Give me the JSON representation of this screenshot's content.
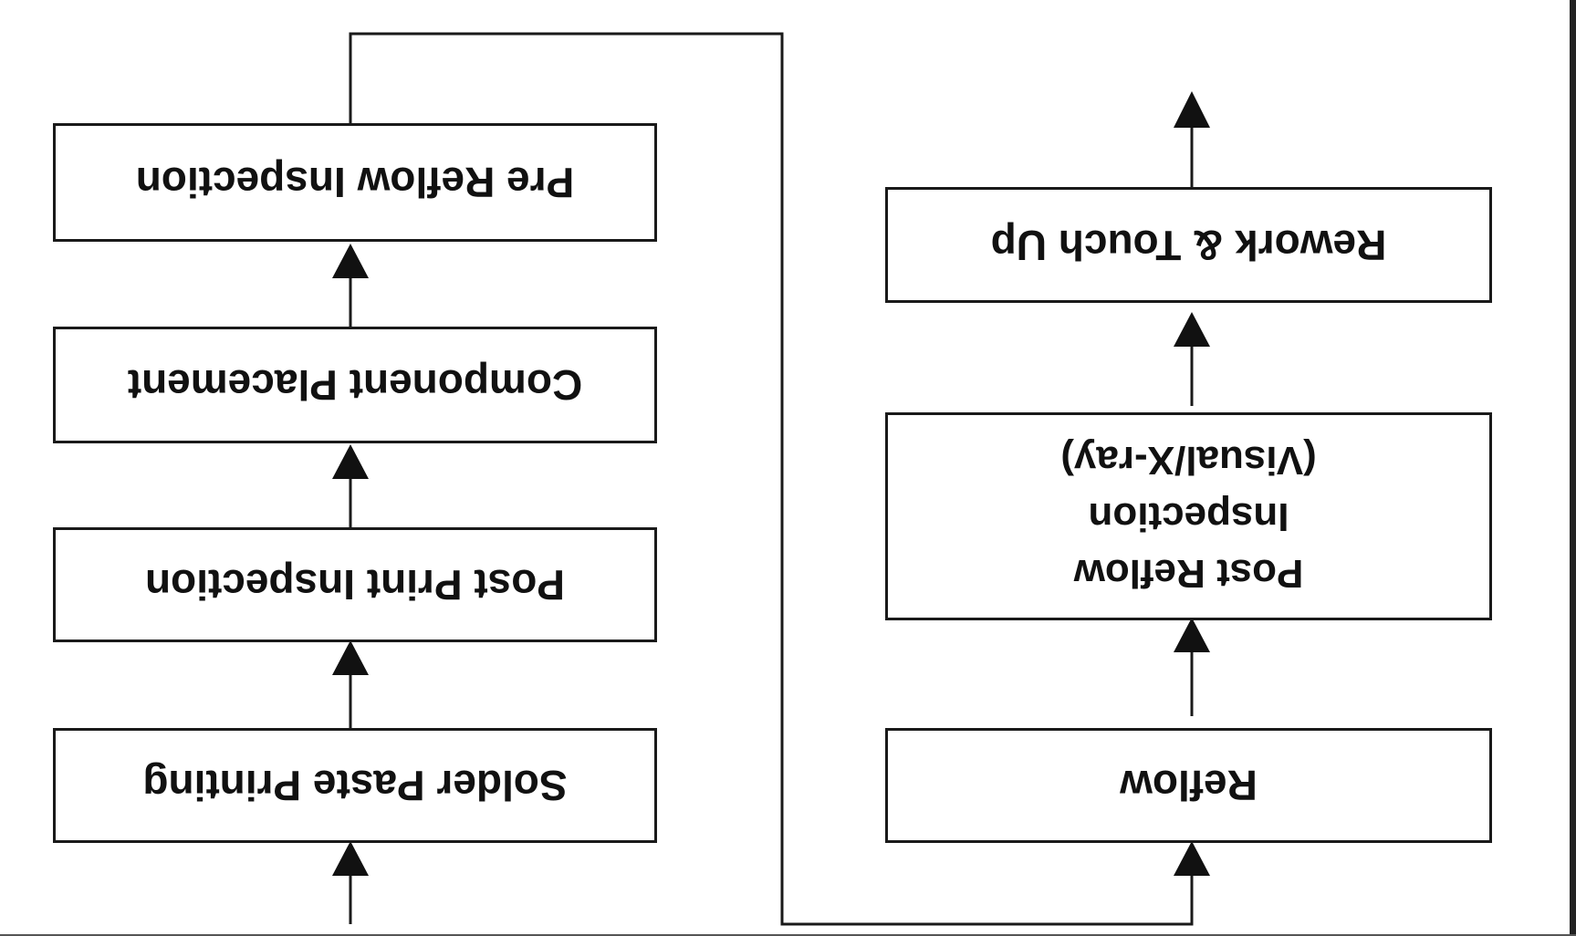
{
  "diagram": {
    "left_column": [
      {
        "id": "pre-reflow-inspection",
        "label": "Pre Reflow Inspection"
      },
      {
        "id": "component-placement",
        "label": "Component Placement"
      },
      {
        "id": "post-print-inspection",
        "label": "Post Print Inspection"
      },
      {
        "id": "solder-paste-printing",
        "label": "Solder Paste  Printing"
      }
    ],
    "right_column": {
      "rework": {
        "label": "Rework & Touch Up"
      },
      "post_reflow": {
        "lines": [
          "(Visual/X-ray)",
          "Inspection",
          "Post Reflow"
        ]
      },
      "reflow": {
        "label": "Reflow"
      }
    },
    "line_color": "#1a1a1a",
    "box_border_color": "#1a1a1a",
    "background_color": "#ffffff"
  }
}
